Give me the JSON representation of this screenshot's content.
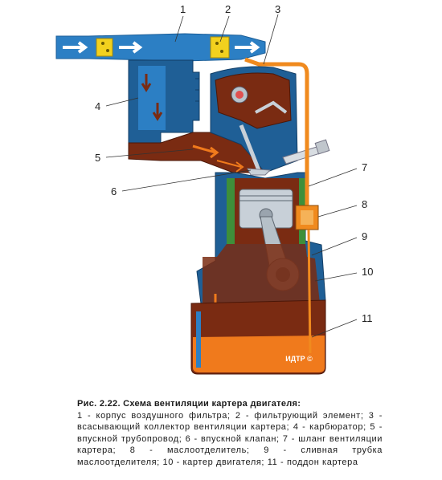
{
  "callouts": [
    "1",
    "2",
    "3",
    "4",
    "5",
    "6",
    "7",
    "8",
    "9",
    "10",
    "11"
  ],
  "watermark": "ИДТР ©",
  "caption": {
    "title": "Рис. 2.22. Схема вентиляции картера двигателя:",
    "body": "1 - корпус воздушного фильтра; 2 - фильтрующий элемент; 3 - всасывающий коллектор вентиляции картера; 4 - карбюратор; 5 - впускной трубопровод; 6 - впускной клапан; 7 - шланг вентиляции картера; 8 - маслоотделитель; 9 - сливная трубка маслоотделителя; 10 - картер двигателя; 11 - поддон картера"
  },
  "colors": {
    "air_blue": "#2c7fc4",
    "engine_blue": "#1f5f96",
    "crankcase_gas": "#7a2b12",
    "oil": "#f07a1c",
    "vent_hose": "#f08a1e",
    "filter_yellow": "#f2d11e",
    "cylinder_green": "#3e8f3a"
  }
}
